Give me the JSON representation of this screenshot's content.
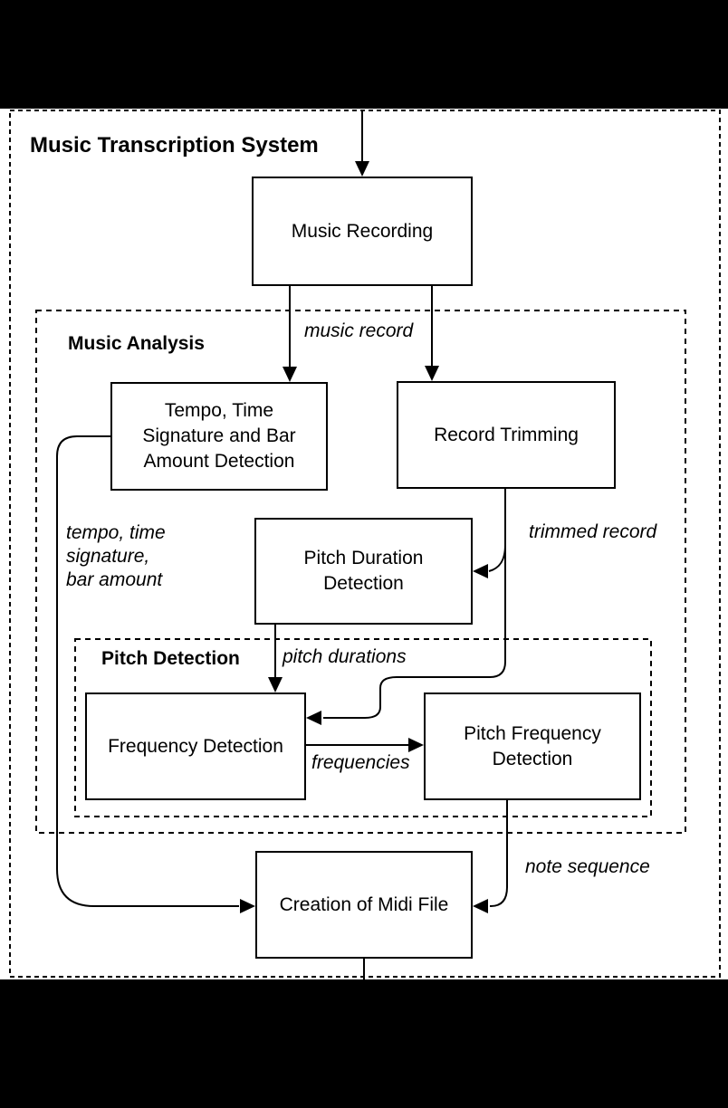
{
  "diagram": {
    "title": "Music Transcription System",
    "sections": {
      "music_analysis": {
        "label": "Music Analysis"
      },
      "pitch_detection": {
        "label": "Pitch Detection"
      }
    },
    "nodes": {
      "music_recording": {
        "label": "Music Recording"
      },
      "tempo_detection": {
        "label": "Tempo, Time\nSignature and Bar\nAmount Detection"
      },
      "record_trimming": {
        "label": "Record Trimming"
      },
      "pitch_duration_detection": {
        "label": "Pitch Duration\nDetection"
      },
      "frequency_detection": {
        "label": "Frequency Detection"
      },
      "pitch_frequency_detection": {
        "label": "Pitch Frequency\nDetection"
      },
      "midi_creation": {
        "label": "Creation of Midi File"
      }
    },
    "edge_labels": {
      "music_record": "music record",
      "tempo_time_signature_bar_amount": "tempo, time\nsignature,\nbar amount",
      "trimmed_record": "trimmed record",
      "pitch_durations": "pitch durations",
      "frequencies": "frequencies",
      "note_sequence": "note sequence"
    },
    "colors": {
      "line": "#000000",
      "background": "#ffffff",
      "letterbox": "#000000"
    }
  }
}
